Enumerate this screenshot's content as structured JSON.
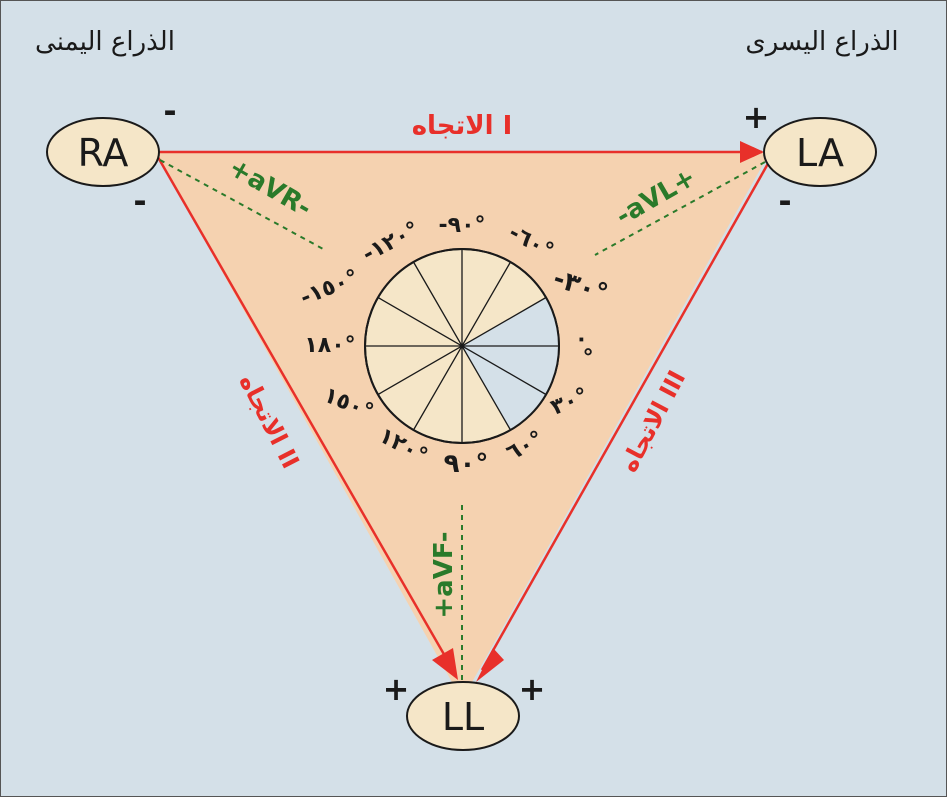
{
  "labels": {
    "right_arm": "الذراع اليمنى",
    "left_arm": "الذراع اليسرى"
  },
  "electrodes": {
    "ra": "RA",
    "la": "LA",
    "ll": "LL"
  },
  "leads": {
    "lead_i": "الاتجاه I",
    "lead_ii": "الاتجاه II",
    "lead_iii": "الاتجاه III",
    "avr": "+aVR-",
    "avl": "-aVL+",
    "avf": "+aVF-"
  },
  "polarity": {
    "ra_top": "-",
    "ra_bottom": "-",
    "la_top": "+",
    "la_bottom": "-",
    "ll_left": "+",
    "ll_right": "+"
  },
  "angles": {
    "a_neg120": "-١٢٠°",
    "a_neg90": "-٩٠°",
    "a_neg60": "-٦٠°",
    "a_neg150": "-١٥٠°",
    "a_neg30": "-٣٠°",
    "a_180": "١٨٠°",
    "a_0": "٠°",
    "a_150": "١٥٠°",
    "a_30": "٣٠°",
    "a_120": "١٢٠°",
    "a_90": "٩٠°",
    "a_60": "٦٠°"
  },
  "colors": {
    "background": "#d4e0e8",
    "triangle_fill": "#f5d2b0",
    "electrode_fill": "#f5e6c8",
    "red": "#e8302a",
    "green": "#2a7a2a",
    "text": "#1a1a1a"
  }
}
